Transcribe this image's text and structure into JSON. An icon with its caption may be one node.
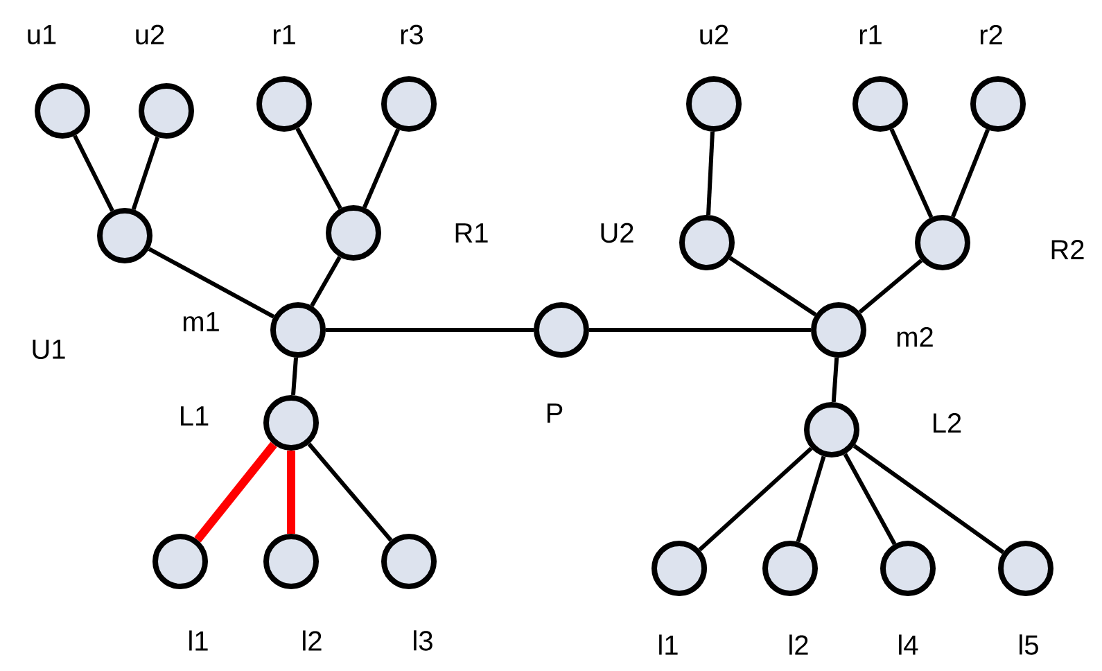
{
  "diagram": {
    "nodes": [
      {
        "text": [],
        "shape": "circle",
        "beside": [
          "u1"
        ]
      },
      {
        "text": [],
        "shape": "circle",
        "beside": [
          "u2"
        ]
      },
      {
        "text": [],
        "shape": "circle",
        "beside": [
          "r1"
        ]
      },
      {
        "text": [],
        "shape": "circle",
        "beside": [
          "r3"
        ]
      },
      {
        "text": [],
        "shape": "circle",
        "beside": [
          "U1"
        ]
      },
      {
        "text": [],
        "shape": "circle",
        "beside": [
          "R1"
        ]
      },
      {
        "text": [],
        "shape": "circle",
        "beside": [
          "m1"
        ]
      },
      {
        "text": [],
        "shape": "circle",
        "beside": [
          "L1"
        ]
      },
      {
        "text": [],
        "shape": "circle",
        "beside": [
          "l1"
        ]
      },
      {
        "text": [],
        "shape": "circle",
        "beside": [
          "l2"
        ]
      },
      {
        "text": [],
        "shape": "circle",
        "beside": [
          "l3"
        ]
      },
      {
        "text": [],
        "shape": "circle",
        "beside": [
          "P"
        ]
      },
      {
        "text": [],
        "shape": "circle",
        "beside": [
          "u2"
        ]
      },
      {
        "text": [],
        "shape": "circle",
        "beside": [
          "r1"
        ]
      },
      {
        "text": [],
        "shape": "circle",
        "beside": [
          "r2"
        ]
      },
      {
        "text": [],
        "shape": "circle",
        "beside": [
          "U2"
        ]
      },
      {
        "text": [],
        "shape": "circle",
        "beside": [
          "R2"
        ]
      },
      {
        "text": [],
        "shape": "circle",
        "beside": [
          "m2"
        ]
      },
      {
        "text": [],
        "shape": "circle",
        "beside": [
          "L2"
        ]
      },
      {
        "text": [],
        "shape": "circle",
        "beside": [
          "l1"
        ]
      },
      {
        "text": [],
        "shape": "circle",
        "beside": [
          "l2"
        ]
      },
      {
        "text": [],
        "shape": "circle",
        "beside": [
          "l4"
        ]
      },
      {
        "text": [],
        "shape": "circle",
        "beside": [
          "l5"
        ]
      }
    ],
    "edges": [
      {
        "from": 0,
        "to": 4,
        "arrow": "none"
      },
      {
        "from": 1,
        "to": 4,
        "arrow": "none"
      },
      {
        "from": 2,
        "to": 5,
        "arrow": "none"
      },
      {
        "from": 3,
        "to": 5,
        "arrow": "none"
      },
      {
        "from": 4,
        "to": 6,
        "arrow": "none"
      },
      {
        "from": 5,
        "to": 6,
        "arrow": "none"
      },
      {
        "from": 6,
        "to": 7,
        "arrow": "none"
      },
      {
        "from": 7,
        "to": 8,
        "arrow": "none",
        "style": "thick",
        "color": "#ff0000"
      },
      {
        "from": 7,
        "to": 9,
        "arrow": "none",
        "style": "thick",
        "color": "#ff0000"
      },
      {
        "from": 7,
        "to": 10,
        "arrow": "none"
      },
      {
        "from": 6,
        "to": 11,
        "arrow": "none"
      },
      {
        "from": 11,
        "to": 17,
        "arrow": "none"
      },
      {
        "from": 12,
        "to": 15,
        "arrow": "none"
      },
      {
        "from": 13,
        "to": 16,
        "arrow": "none"
      },
      {
        "from": 14,
        "to": 16,
        "arrow": "none"
      },
      {
        "from": 15,
        "to": 17,
        "arrow": "none"
      },
      {
        "from": 16,
        "to": 17,
        "arrow": "none"
      },
      {
        "from": 17,
        "to": 18,
        "arrow": "none"
      },
      {
        "from": 18,
        "to": 19,
        "arrow": "none"
      },
      {
        "from": 18,
        "to": 20,
        "arrow": "none"
      },
      {
        "from": 18,
        "to": 21,
        "arrow": "none"
      },
      {
        "from": 18,
        "to": 22,
        "arrow": "none"
      }
    ]
  }
}
